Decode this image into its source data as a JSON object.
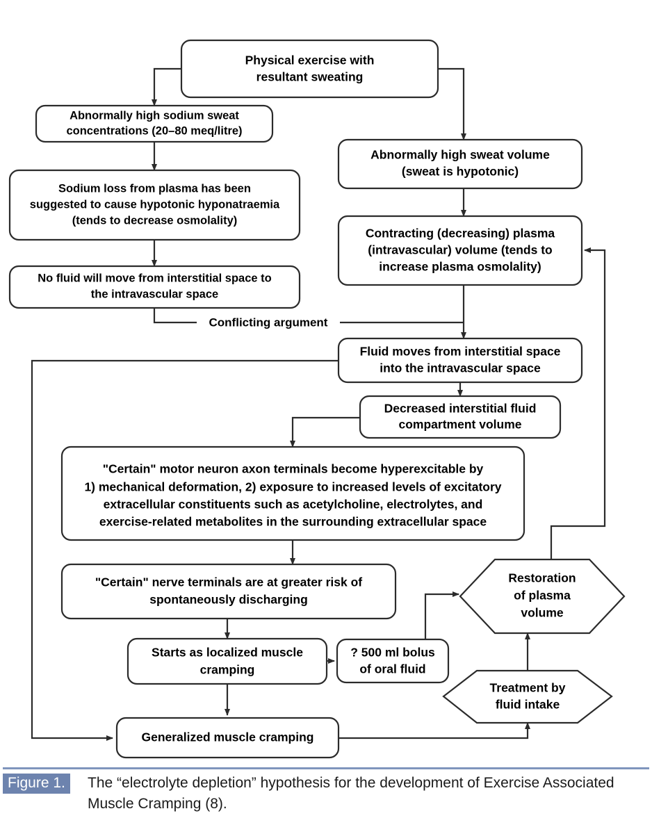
{
  "figure": {
    "badge": "Figure 1.",
    "caption": "The “electrolyte depletion” hypothesis for the development of Exercise Associated Muscle Cramping (8).",
    "rule_color": "#7f95bd",
    "badge_color": "#6d83ae",
    "stroke_color": "#2b2b2b",
    "fill_color": "#ffffff"
  },
  "chart_data": {
    "type": "diagram",
    "title": "The “electrolyte depletion” hypothesis for the development of Exercise Associated Muscle Cramping",
    "nodes": [
      {
        "id": "n1",
        "shape": "rounded-rect",
        "label": "Physical exercise with resultant sweating"
      },
      {
        "id": "n2",
        "shape": "rounded-rect",
        "label": "Abnormally high sodium sweat concentrations (20–80 meq/litre)"
      },
      {
        "id": "n3",
        "shape": "rounded-rect",
        "label": "Sodium loss from plasma has been suggested to cause hypotonic hyponatraemia (tends to decrease osmolality)"
      },
      {
        "id": "n4",
        "shape": "rounded-rect",
        "label": "No fluid will move from interstitial space to the intravascular space"
      },
      {
        "id": "n5",
        "shape": "rounded-rect",
        "label": "Abnormally high sweat volume (sweat is hypotonic)"
      },
      {
        "id": "n6",
        "shape": "rounded-rect",
        "label": "Contracting (decreasing) plasma (intravascular) volume (tends to increase plasma osmolality)"
      },
      {
        "id": "n7",
        "shape": "rounded-rect",
        "label": "Fluid moves from interstitial space into the intravascular space"
      },
      {
        "id": "n8",
        "shape": "rounded-rect",
        "label": "Decreased interstitial fluid compartment volume"
      },
      {
        "id": "n9",
        "shape": "rounded-rect",
        "label": "\"Certain\" motor neuron axon terminals become hyperexcitable by 1) mechanical deformation, 2) exposure to increased levels of excitatory extracellular constituents such as acetylcholine, electrolytes, and exercise-related metabolites in the surrounding extracellular space"
      },
      {
        "id": "n10",
        "shape": "rounded-rect",
        "label": "\"Certain\" nerve terminals are at greater risk of spontaneously discharging"
      },
      {
        "id": "n11",
        "shape": "rounded-rect",
        "label": "Starts as localized muscle cramping"
      },
      {
        "id": "n12",
        "shape": "rounded-rect",
        "label": "? 500 ml bolus of oral fluid"
      },
      {
        "id": "n13",
        "shape": "rounded-rect",
        "label": "Generalized muscle cramping"
      },
      {
        "id": "n14",
        "shape": "hexagon",
        "label": "Restoration of plasma volume"
      },
      {
        "id": "n15",
        "shape": "hexagon",
        "label": "Treatment by fluid intake"
      }
    ],
    "node_lines": {
      "n1": [
        "Physical exercise with",
        "resultant sweating"
      ],
      "n2": [
        "Abnormally high sodium sweat",
        "concentrations (20–80 meq/litre)"
      ],
      "n3": [
        "Sodium loss from plasma has been",
        "suggested to cause hypotonic hyponatraemia",
        "(tends to decrease osmolality)"
      ],
      "n4": [
        "No fluid will move from interstitial space to",
        "the intravascular space"
      ],
      "n5": [
        "Abnormally high sweat volume",
        "(sweat is hypotonic)"
      ],
      "n6": [
        "Contracting (decreasing) plasma",
        "(intravascular) volume (tends to",
        "increase plasma osmolality)"
      ],
      "n7": [
        "Fluid moves from interstitial space",
        "into the intravascular space"
      ],
      "n8": [
        "Decreased interstitial fluid",
        "compartment volume"
      ],
      "n9": [
        "\"Certain\" motor neuron axon terminals become hyperexcitable by",
        "1) mechanical deformation, 2) exposure to increased levels of excitatory",
        "extracellular constituents such as acetylcholine, electrolytes, and",
        "exercise-related metabolites in the surrounding extracellular space"
      ],
      "n10": [
        "\"Certain\" nerve terminals are at greater risk of",
        "spontaneously discharging"
      ],
      "n11": [
        "Starts as localized muscle",
        "cramping"
      ],
      "n12": [
        "? 500 ml bolus",
        "of oral fluid"
      ],
      "n13": [
        "Generalized muscle cramping"
      ],
      "n14": [
        "Restoration",
        "of plasma",
        "volume"
      ],
      "n15": [
        "Treatment by",
        "fluid intake"
      ]
    },
    "edge_labels": [
      {
        "id": "e-conflict",
        "label": "Conflicting argument"
      }
    ],
    "edges": [
      {
        "from": "n1",
        "to": "n2",
        "label": ""
      },
      {
        "from": "n1",
        "to": "n5",
        "label": ""
      },
      {
        "from": "n2",
        "to": "n3",
        "label": ""
      },
      {
        "from": "n3",
        "to": "n4",
        "label": ""
      },
      {
        "from": "n4",
        "to": "n7",
        "label": "Conflicting argument"
      },
      {
        "from": "n5",
        "to": "n6",
        "label": ""
      },
      {
        "from": "n6",
        "to": "n7",
        "label": ""
      },
      {
        "from": "n7",
        "to": "n8",
        "label": ""
      },
      {
        "from": "n8",
        "to": "n9",
        "label": ""
      },
      {
        "from": "n9",
        "to": "n10",
        "label": ""
      },
      {
        "from": "n10",
        "to": "n11",
        "label": ""
      },
      {
        "from": "n11",
        "to": "n12",
        "label": ""
      },
      {
        "from": "n11",
        "to": "n13",
        "label": ""
      },
      {
        "from": "n12",
        "to": "n14",
        "label": ""
      },
      {
        "from": "n13",
        "to": "n15",
        "label": ""
      },
      {
        "from": "n15",
        "to": "n14",
        "label": ""
      },
      {
        "from": "n14",
        "to": "n6",
        "label": ""
      },
      {
        "from": "n7",
        "to": "n13",
        "label": ""
      }
    ]
  }
}
